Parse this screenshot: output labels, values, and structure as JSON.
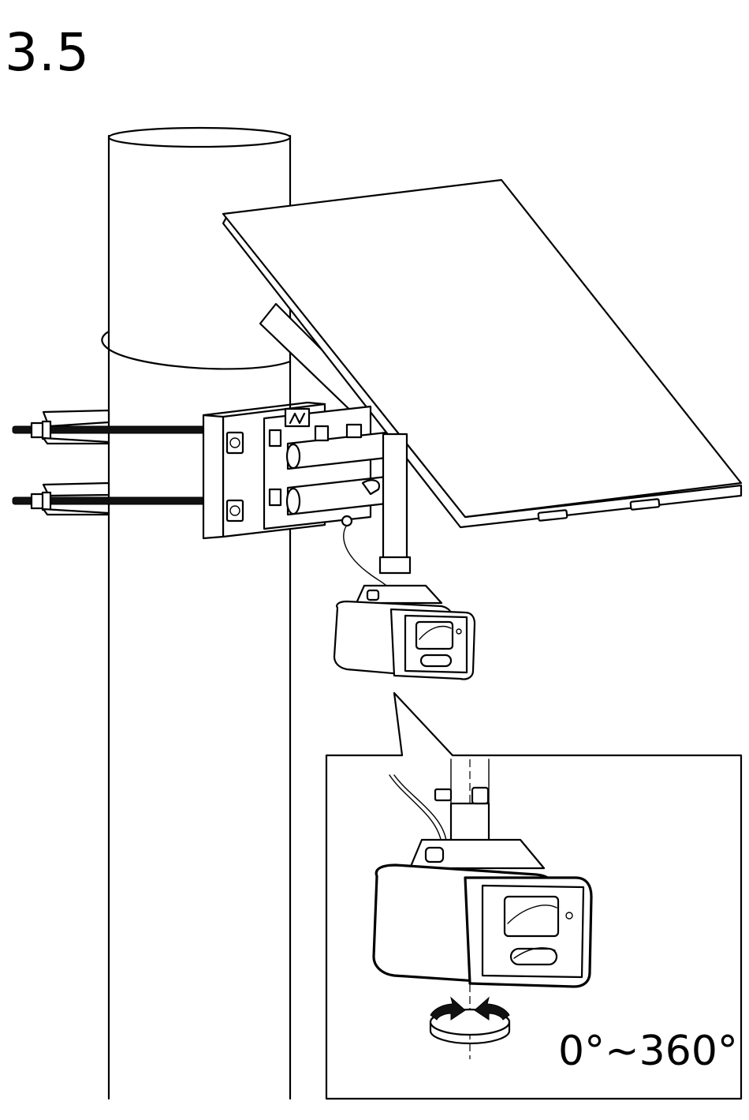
{
  "step_number": "3.5",
  "rotation_label": "0°~360°",
  "parts": {
    "pole": "pole",
    "solar_panel": "solar-panel",
    "mount_bracket": "mount-bracket",
    "camera": "bullet-camera",
    "detail_callout": "detail-callout",
    "rotation_arrows": "rotation-arrows-icon"
  }
}
